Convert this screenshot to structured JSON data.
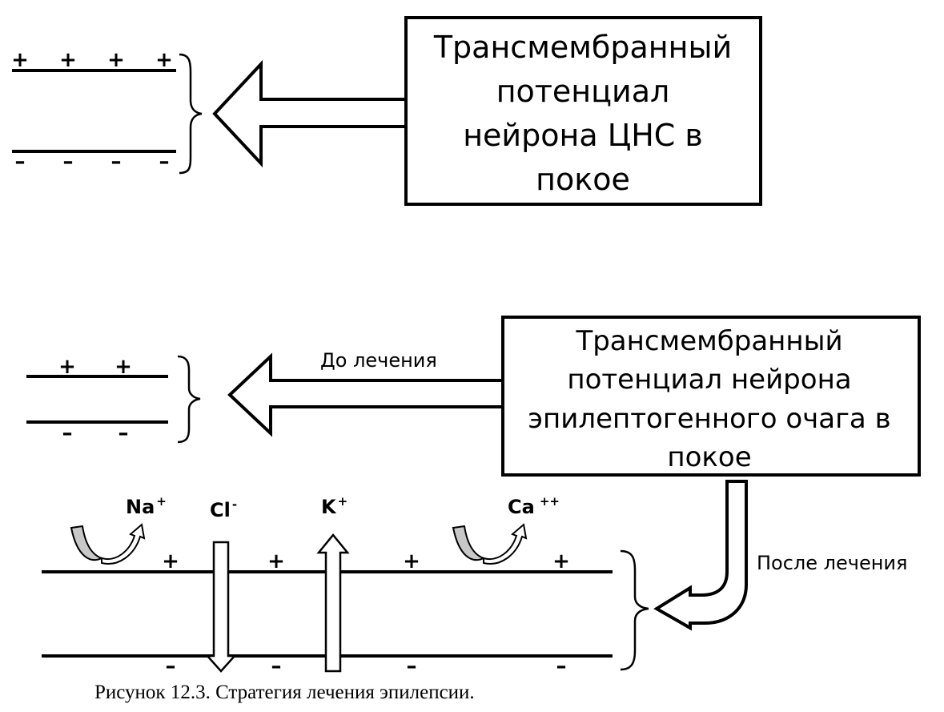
{
  "top": {
    "box_lines": [
      "Трансмембранный",
      "потенциал",
      "нейрона ЦНС в",
      "покое"
    ],
    "plus": [
      "+",
      "+",
      "+",
      "+"
    ],
    "minus": [
      "–",
      "–",
      "–",
      "–"
    ]
  },
  "middle": {
    "box_lines": [
      "Трансмембранный",
      "потенциал нейрона",
      "эпилептогенного очага в",
      "покое"
    ],
    "arrow_label": "До лечения",
    "plus": [
      "+",
      "+"
    ],
    "minus": [
      "–",
      "–"
    ]
  },
  "bottom": {
    "after_label": "После лечения",
    "ions": {
      "na": {
        "name": "Na",
        "charge": "+"
      },
      "cl": {
        "name": "Cl",
        "charge": "-"
      },
      "k": {
        "name": "K",
        "charge": "+"
      },
      "ca": {
        "name": "Ca",
        "charge": "++"
      }
    },
    "plus": [
      "+",
      "+",
      "+",
      "+"
    ],
    "minus": [
      "–",
      "–",
      "–",
      "–"
    ]
  },
  "caption": "Рисунок 12.3. Стратегия лечения эпилепсии."
}
